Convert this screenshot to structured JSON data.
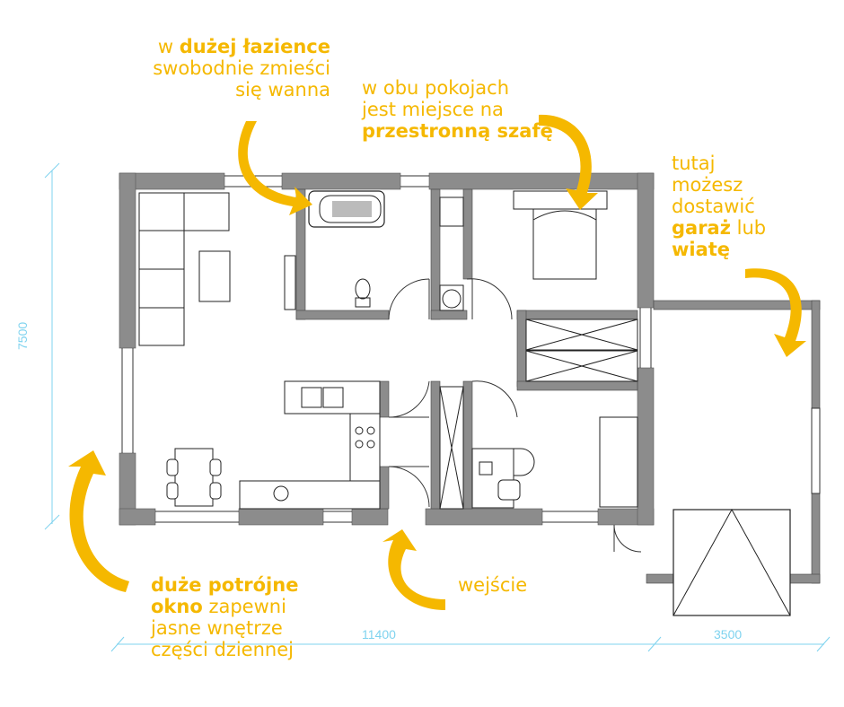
{
  "colors": {
    "accent": "#f5b800",
    "wall": "#8c8c8c",
    "line": "#222222",
    "dimension": "#7fd3ef"
  },
  "annotations": {
    "bathroom": {
      "line1_pre": "w ",
      "line1_bold": "dużej łazience",
      "line2": "swobodnie zmieści",
      "line3": "się wanna"
    },
    "rooms": {
      "line1": "w obu pokojach",
      "line2": "jest miejsce na",
      "line3_bold": "przestronną szafę"
    },
    "garage": {
      "line1": "tutaj",
      "line2": "możesz",
      "line3": "dostawić",
      "line4_bold": "garaż",
      "line4_post": " lub",
      "line5_bold": "wiatę"
    },
    "window": {
      "line1_bold": "duże potrójne",
      "line2_bold": "okno",
      "line2_post": " zapewni",
      "line3": "jasne wnętrze",
      "line4": "części dziennej"
    },
    "entrance": {
      "label": "wejście"
    }
  },
  "dimensions": {
    "height": "7500",
    "width_main": "11400",
    "width_garage": "3500"
  }
}
